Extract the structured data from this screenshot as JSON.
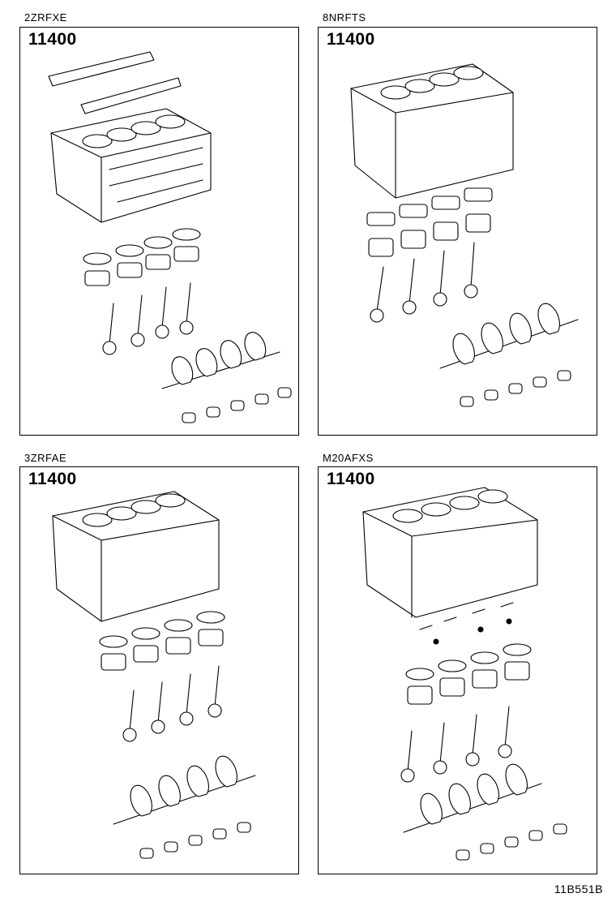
{
  "diagram": {
    "code": "11B551B",
    "panels": [
      {
        "model": "2ZRFXE",
        "part_code": "11400"
      },
      {
        "model": "8NRFTS",
        "part_code": "11400"
      },
      {
        "model": "3ZRFAE",
        "part_code": "11400"
      },
      {
        "model": "M20AFXS",
        "part_code": "11400"
      }
    ]
  }
}
